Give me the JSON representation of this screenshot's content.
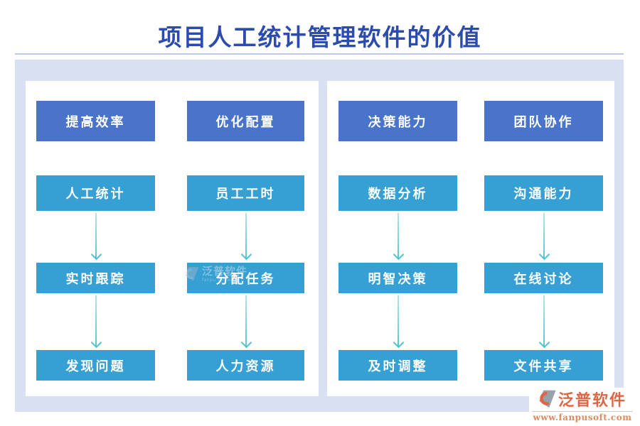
{
  "title": "项目人工统计管理软件的价值",
  "panels": [
    {
      "columns": [
        {
          "header": "提高效率",
          "items": [
            "人工统计",
            "实时跟踪",
            "发现问题"
          ]
        },
        {
          "header": "优化配置",
          "items": [
            "员工工时",
            "分配任务",
            "人力资源"
          ]
        }
      ]
    },
    {
      "columns": [
        {
          "header": "决策能力",
          "items": [
            "数据分析",
            "明智决策",
            "及时调整"
          ]
        },
        {
          "header": "团队协作",
          "items": [
            "沟通能力",
            "在线讨论",
            "文件共享"
          ]
        }
      ]
    }
  ],
  "watermark": {
    "label": "泛普软件",
    "sub": "fanpu software"
  },
  "logo": {
    "brand": "泛普软件",
    "url": "www.fanpusoft.com"
  },
  "colors": {
    "title": "#2c4bae",
    "header_box": "#4a74c9",
    "item_box": "#369fd3",
    "arrow": "#4cc3cf",
    "backdrop": "#d9e0f2",
    "brand_orange": "#dd6745",
    "url_orange": "#dd8a5c"
  }
}
